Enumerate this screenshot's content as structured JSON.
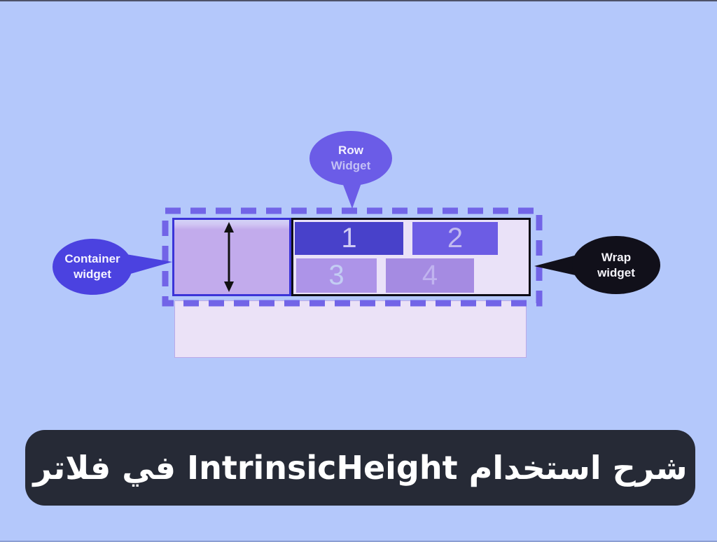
{
  "page": {
    "background": "#b4c8fb"
  },
  "callouts": {
    "row": {
      "line1": "Row",
      "line2": "Widget",
      "fill": "#6b5ce7",
      "line1_color": "#f3f1ff",
      "line2_color": "#c3c0f5"
    },
    "container": {
      "line1": "Container",
      "line2": "widget",
      "fill": "#4b42e0",
      "text_color": "#f4f3ff"
    },
    "wrap": {
      "line1": "Wrap",
      "line2": "widget",
      "fill": "#11101a",
      "text_color": "#f5f4fa"
    }
  },
  "diagram": {
    "dashed_border_color": "#7264e7",
    "container_box": {
      "fill": "#c2abec",
      "border_color": "#3b34d8"
    },
    "wrap_box": {
      "fill": "#eae2f8",
      "border_color": "#0d0c16"
    },
    "boxes": [
      {
        "label": "1",
        "fill": "#4841ca",
        "text_color": "#d0ccf4"
      },
      {
        "label": "2",
        "fill": "#6c5ce4",
        "text_color": "#c2b9f0"
      },
      {
        "label": "3",
        "fill": "#ad94e8",
        "text_color": "#c3cdf3"
      },
      {
        "label": "4",
        "fill": "#a58be2",
        "text_color": "#c0b3ef"
      }
    ],
    "height_arrow_color": "#111111",
    "overflow_rect_fill": "#ebe2f7"
  },
  "banner": {
    "title": "شرح استخدام IntrinsicHeight في فلاتر",
    "background": "#262a36",
    "text_color": "#ffffff"
  }
}
